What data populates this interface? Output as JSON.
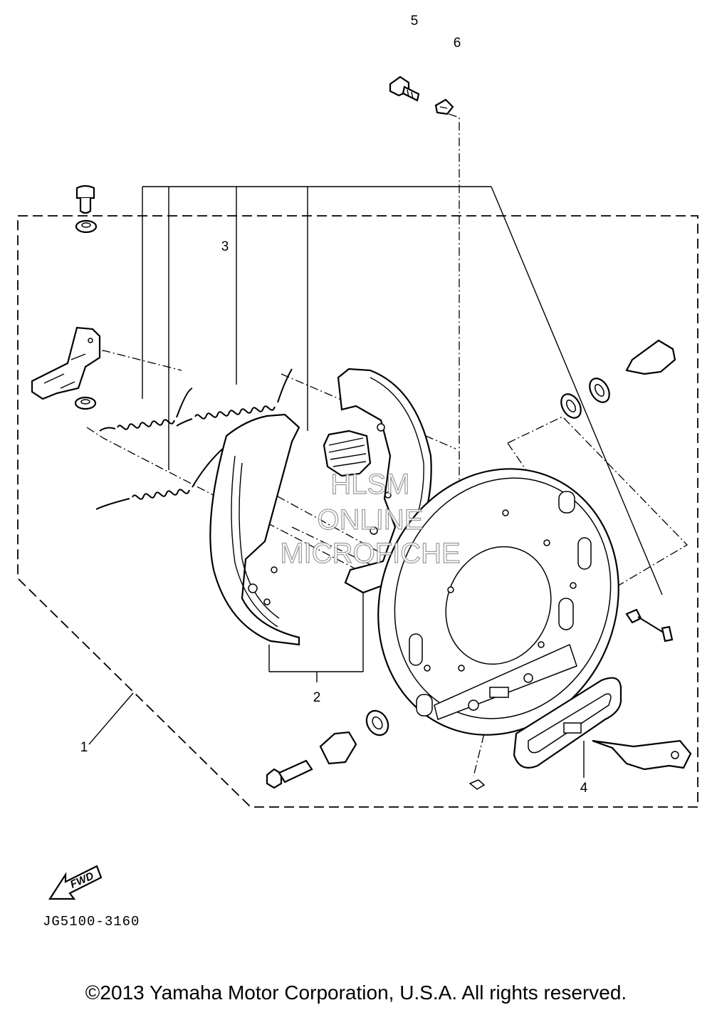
{
  "callouts": {
    "c1": "1",
    "c2": "2",
    "c3": "3",
    "c4": "4",
    "c5": "5",
    "c6": "6"
  },
  "diagram_code": "JG5100-3160",
  "fwd_label": "FWD",
  "watermark": {
    "line1": "HLSM",
    "line2": "ONLINE",
    "line3": "MICROFICHE"
  },
  "copyright": "©2013 Yamaha Motor Corporation, U.S.A. All rights reserved."
}
